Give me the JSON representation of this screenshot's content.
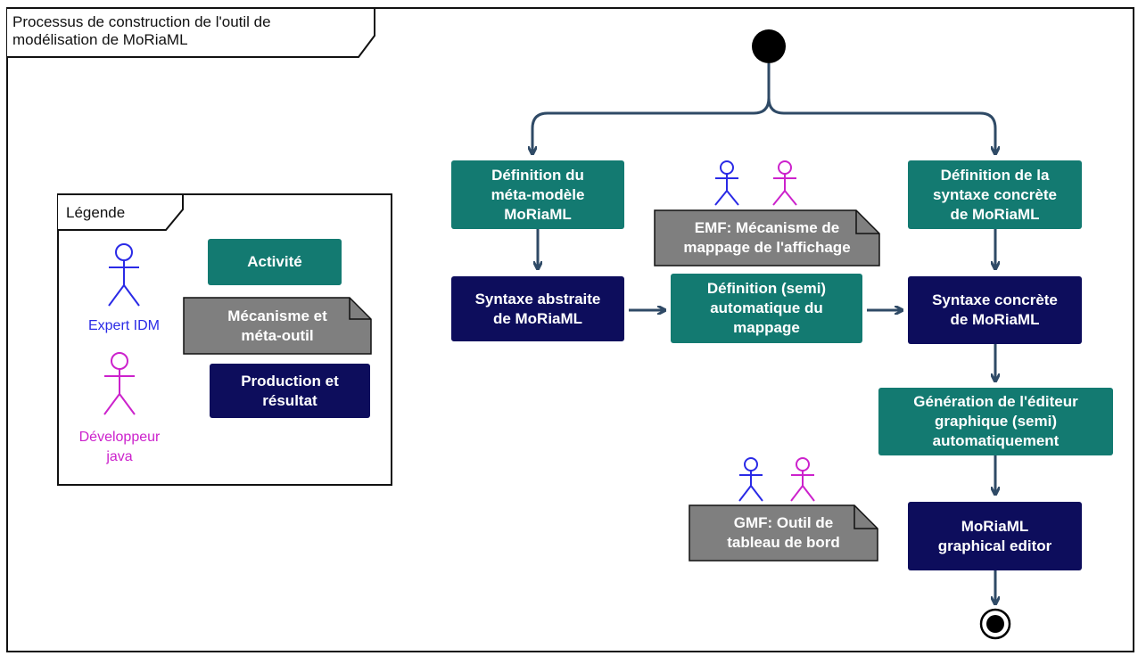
{
  "frame": {
    "title": "Processus de construction de l'outil de\nmodélisation de MoRiaML"
  },
  "legend": {
    "title": "Légende",
    "actor1": "Expert IDM",
    "actor2": "Développeur\njava",
    "activity": "Activité",
    "mechanism": "Mécanisme et\nméta-outil",
    "production": "Production et\nrésultat"
  },
  "nodes": {
    "def_meta": "Définition du\nméta-modèle\nMoRiaML",
    "syntax_abstract": "Syntaxe abstraite\nde MoRiaML",
    "def_semi": "Définition (semi)\nautomatique du\nmappage",
    "def_syntax": "Définition de la\nsyntaxe concrète\nde MoRiaML",
    "syntax_concrete": "Syntaxe concrète\nde MoRiaML",
    "generation": "Génération de l'éditeur\ngraphique (semi)\nautomatiquement",
    "editor": "MoRiaML\ngraphical editor"
  },
  "notes": {
    "emf": "EMF:  Mécanisme de\nmappage de l'affichage",
    "gmf": "GMF:  Outil de\ntableau de bord"
  },
  "colors": {
    "activity": "#137a71",
    "production": "#0d0d5c",
    "note": "#7f7f7f",
    "arrow": "#2f4a66",
    "expert": "#2a2ae6",
    "developer": "#cc22cc"
  }
}
